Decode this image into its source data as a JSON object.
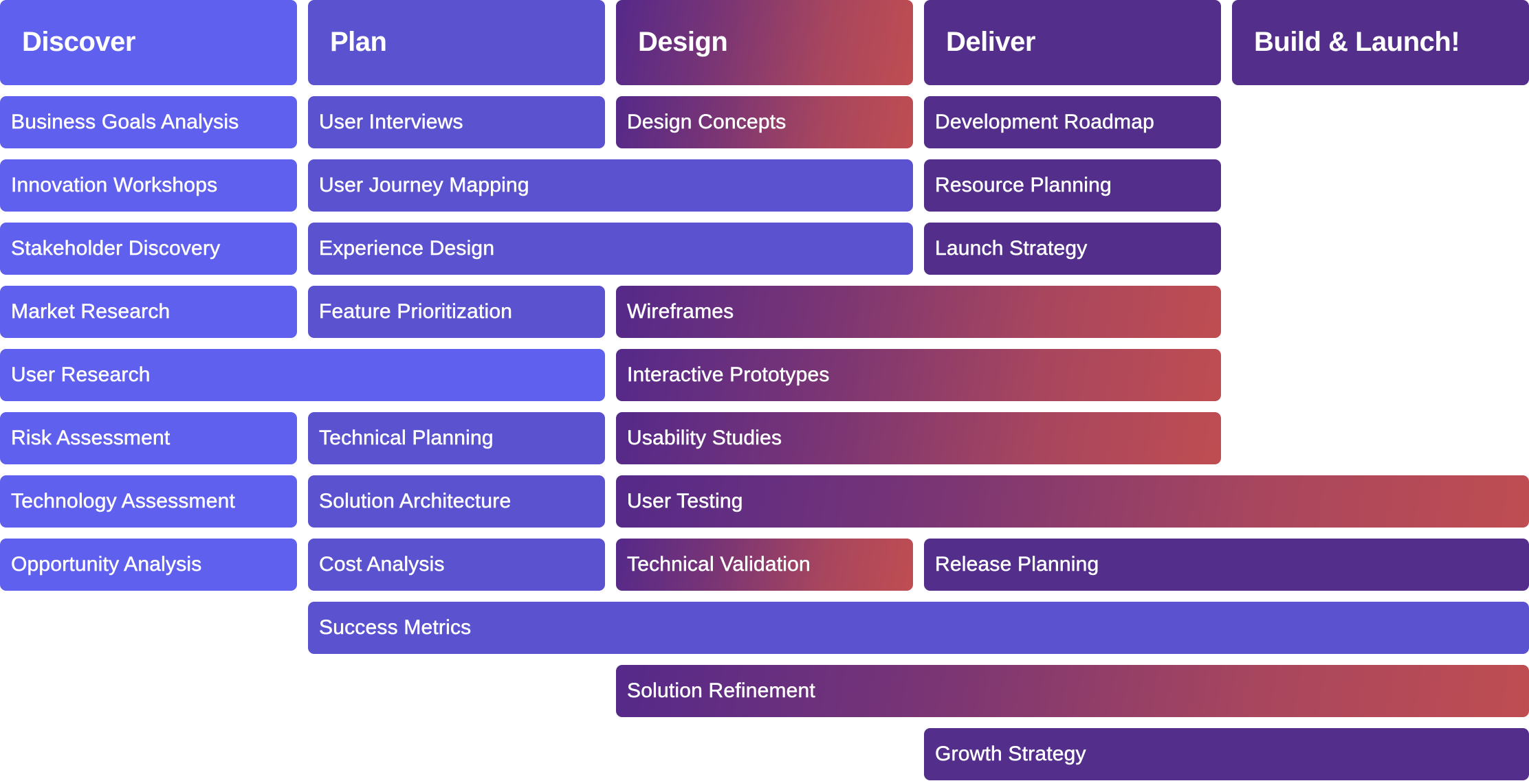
{
  "colors": {
    "discover": "#6060EE",
    "plan": "#5B52CF",
    "design_gradient_start": "#55298A",
    "design_gradient_end": "#BF4D52",
    "deliver": "#532E8B",
    "build": "#532E8B"
  },
  "phases": [
    {
      "label": "Discover"
    },
    {
      "label": "Plan"
    },
    {
      "label": "Design"
    },
    {
      "label": "Deliver"
    },
    {
      "label": "Build & Launch!"
    }
  ],
  "rows": [
    [
      {
        "label": "Business Goals Analysis",
        "phase": "discover",
        "col": 0,
        "span": 1
      },
      {
        "label": "User Interviews",
        "phase": "plan",
        "col": 1,
        "span": 1
      },
      {
        "label": "Design Concepts",
        "phase": "design",
        "col": 2,
        "span": 1
      },
      {
        "label": "Development Roadmap",
        "phase": "deliver",
        "col": 3,
        "span": 1
      }
    ],
    [
      {
        "label": "Innovation Workshops",
        "phase": "discover",
        "col": 0,
        "span": 1
      },
      {
        "label": "User Journey Mapping",
        "phase": "plan",
        "col": 1,
        "span": 2
      },
      {
        "label": "Resource Planning",
        "phase": "deliver",
        "col": 3,
        "span": 1
      }
    ],
    [
      {
        "label": "Stakeholder Discovery",
        "phase": "discover",
        "col": 0,
        "span": 1
      },
      {
        "label": "Experience Design",
        "phase": "plan",
        "col": 1,
        "span": 2
      },
      {
        "label": "Launch Strategy",
        "phase": "deliver",
        "col": 3,
        "span": 1
      }
    ],
    [
      {
        "label": "Market Research",
        "phase": "discover",
        "col": 0,
        "span": 1
      },
      {
        "label": "Feature Prioritization",
        "phase": "plan",
        "col": 1,
        "span": 1
      },
      {
        "label": "Wireframes",
        "phase": "design",
        "col": 2,
        "span": 2
      }
    ],
    [
      {
        "label": "User Research",
        "phase": "discover",
        "col": 0,
        "span": 2
      },
      {
        "label": "Interactive Prototypes",
        "phase": "design",
        "col": 2,
        "span": 2
      }
    ],
    [
      {
        "label": "Risk Assessment",
        "phase": "discover",
        "col": 0,
        "span": 1
      },
      {
        "label": "Technical Planning",
        "phase": "plan",
        "col": 1,
        "span": 1
      },
      {
        "label": "Usability Studies",
        "phase": "design",
        "col": 2,
        "span": 2
      }
    ],
    [
      {
        "label": "Technology Assessment",
        "phase": "discover",
        "col": 0,
        "span": 1
      },
      {
        "label": "Solution Architecture",
        "phase": "plan",
        "col": 1,
        "span": 1
      },
      {
        "label": "User Testing",
        "phase": "design",
        "col": 2,
        "span": 3
      }
    ],
    [
      {
        "label": "Opportunity Analysis",
        "phase": "discover",
        "col": 0,
        "span": 1
      },
      {
        "label": "Cost Analysis",
        "phase": "plan",
        "col": 1,
        "span": 1
      },
      {
        "label": "Technical Validation",
        "phase": "design",
        "col": 2,
        "span": 1
      },
      {
        "label": "Release Planning",
        "phase": "deliver",
        "col": 3,
        "span": 2
      }
    ],
    [
      {
        "label": "Success Metrics",
        "phase": "plan",
        "col": 1,
        "span": 4
      }
    ],
    [
      {
        "label": "Solution Refinement",
        "phase": "design",
        "col": 2,
        "span": 3
      }
    ],
    [
      {
        "label": "Growth Strategy",
        "phase": "deliver",
        "col": 3,
        "span": 2
      }
    ]
  ]
}
